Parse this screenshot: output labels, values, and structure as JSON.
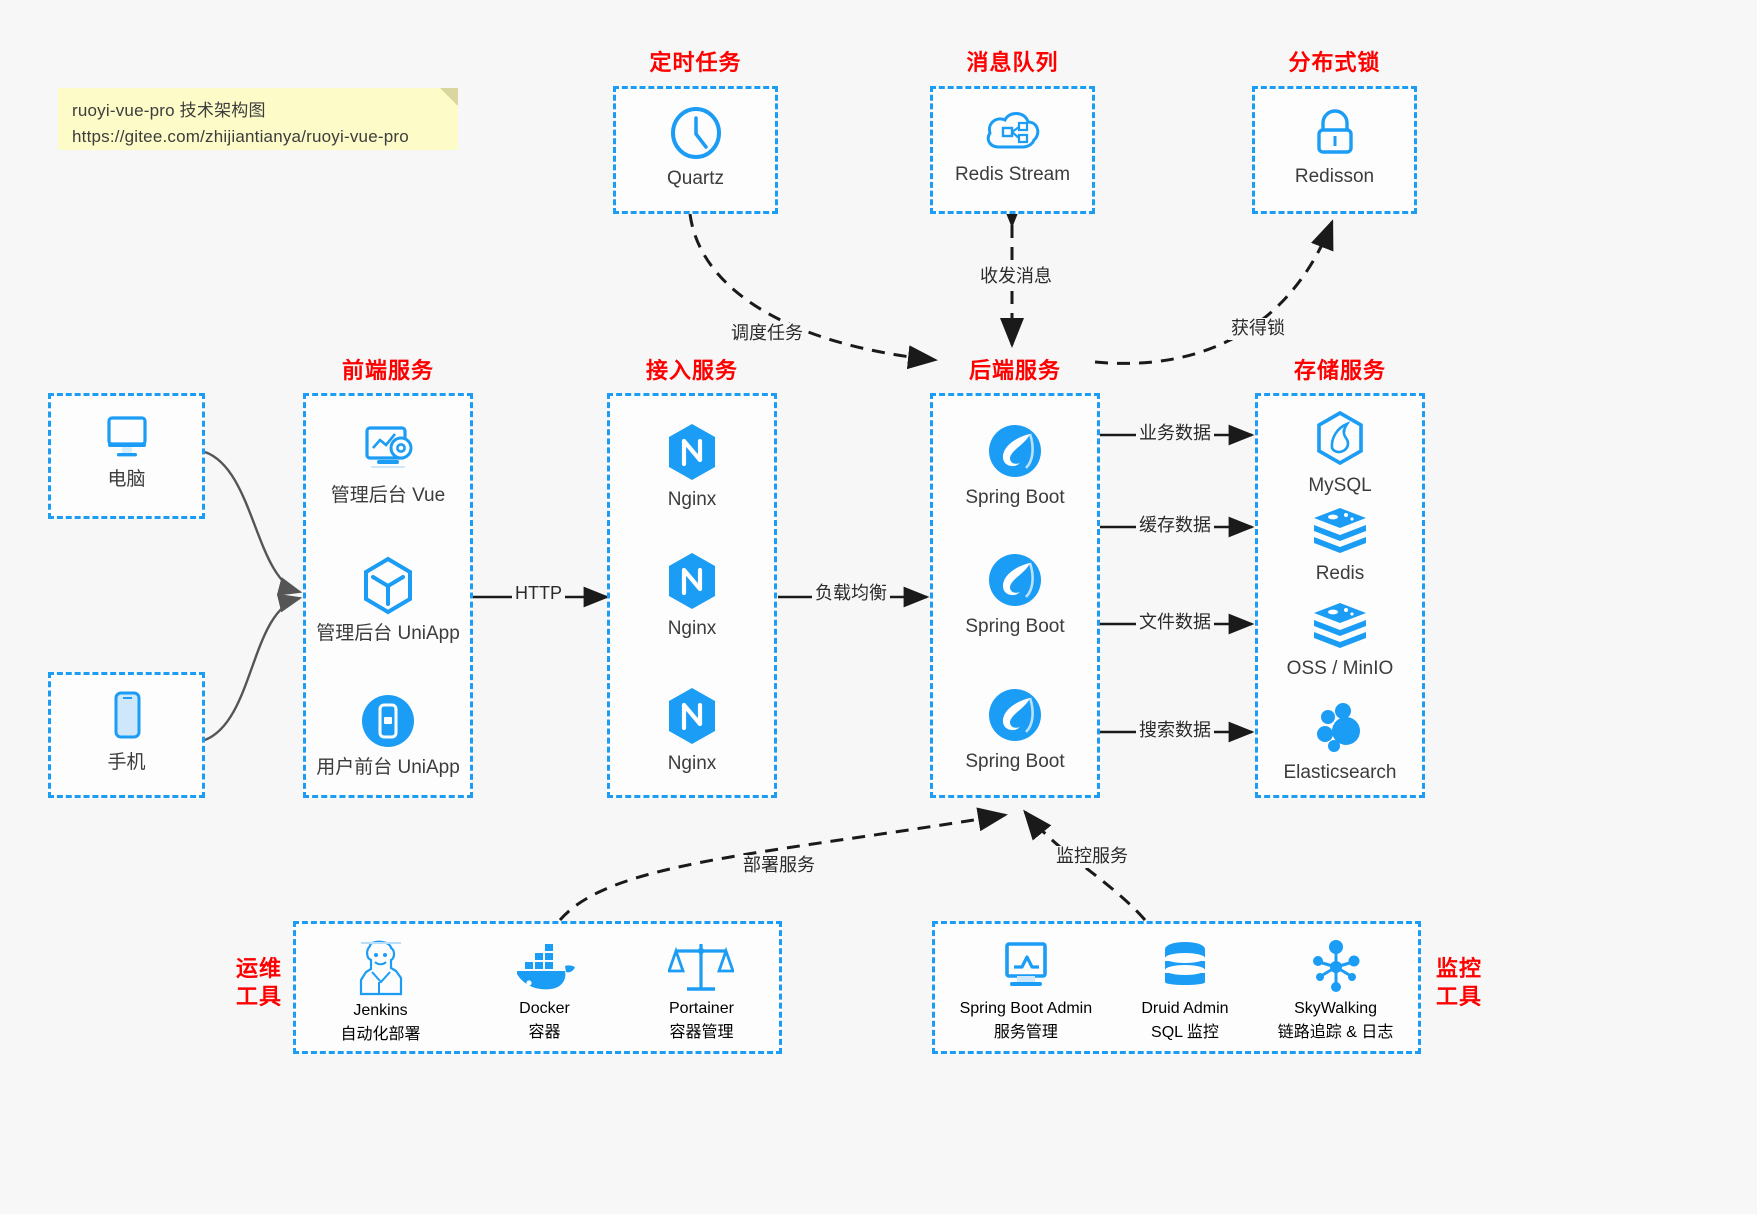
{
  "note": {
    "line1": "ruoyi-vue-pro 技术架构图",
    "line2": "https://gitee.com/zhijiantianya/ruoyi-vue-pro"
  },
  "groups": {
    "scheduled": {
      "title": "定时任务"
    },
    "mq": {
      "title": "消息队列"
    },
    "lock": {
      "title": "分布式锁"
    },
    "frontend": {
      "title": "前端服务"
    },
    "gateway": {
      "title": "接入服务"
    },
    "backend": {
      "title": "后端服务"
    },
    "storage": {
      "title": "存储服务"
    },
    "devops": {
      "title": "运维\n工具",
      "line1": "运维",
      "line2": "工具"
    },
    "monitor": {
      "title": "监控\n工具",
      "line1": "监控",
      "line2": "工具"
    }
  },
  "clients": [
    {
      "label": "电脑",
      "icon": "desktop-icon"
    },
    {
      "label": "手机",
      "icon": "mobile-icon"
    }
  ],
  "scheduled_nodes": [
    {
      "label": "Quartz",
      "icon": "clock-icon"
    }
  ],
  "mq_nodes": [
    {
      "label": "Redis Stream",
      "icon": "cloud-stream-icon"
    }
  ],
  "lock_nodes": [
    {
      "label": "Redisson",
      "icon": "lock-icon"
    }
  ],
  "frontend_nodes": [
    {
      "label": "管理后台 Vue",
      "icon": "dashboard-gear-icon"
    },
    {
      "label": "管理后台 UniApp",
      "icon": "uniapp-hexagon-icon"
    },
    {
      "label": "用户前台 UniApp",
      "icon": "mobile-app-icon"
    }
  ],
  "gateway_nodes": [
    {
      "label": "Nginx",
      "icon": "nginx-icon"
    },
    {
      "label": "Nginx",
      "icon": "nginx-icon"
    },
    {
      "label": "Nginx",
      "icon": "nginx-icon"
    }
  ],
  "backend_nodes": [
    {
      "label": "Spring Boot",
      "icon": "spring-boot-icon"
    },
    {
      "label": "Spring Boot",
      "icon": "spring-boot-icon"
    },
    {
      "label": "Spring Boot",
      "icon": "spring-boot-icon"
    }
  ],
  "storage_nodes": [
    {
      "label": "MySQL",
      "icon": "mysql-icon"
    },
    {
      "label": "Redis",
      "icon": "redis-icon"
    },
    {
      "label": "OSS / MinIO",
      "icon": "redis-icon"
    },
    {
      "label": "Elasticsearch",
      "icon": "elasticsearch-icon"
    }
  ],
  "devops_tools": [
    {
      "name": "Jenkins",
      "desc": "自动化部署",
      "icon": "jenkins-icon"
    },
    {
      "name": "Docker",
      "desc": "容器",
      "icon": "docker-icon"
    },
    {
      "name": "Portainer",
      "desc": "容器管理",
      "icon": "scales-icon"
    }
  ],
  "monitor_tools": [
    {
      "name": "Spring Boot Admin",
      "desc": "服务管理",
      "icon": "monitor-chart-icon"
    },
    {
      "name": "Druid Admin",
      "desc": "SQL 监控",
      "icon": "database-icon"
    },
    {
      "name": "SkyWalking",
      "desc": "链路追踪 & 日志",
      "icon": "skywalking-icon"
    }
  ],
  "edges": [
    {
      "id": "http",
      "label": "HTTP"
    },
    {
      "id": "lb",
      "label": "负载均衡"
    },
    {
      "id": "schedule",
      "label": "调度任务"
    },
    {
      "id": "mq-msg",
      "label": "收发消息"
    },
    {
      "id": "get-lock",
      "label": "获得锁"
    },
    {
      "id": "biz-data",
      "label": "业务数据"
    },
    {
      "id": "cache-data",
      "label": "缓存数据"
    },
    {
      "id": "file-data",
      "label": "文件数据"
    },
    {
      "id": "search-data",
      "label": "搜索数据"
    },
    {
      "id": "deploy",
      "label": "部署服务"
    },
    {
      "id": "monitor-svc",
      "label": "监控服务"
    }
  ],
  "colors": {
    "accent_blue": "#1b9cf5",
    "title_red": "#ff0000",
    "note_yellow": "#fdfbc8",
    "line_gray": "#555555",
    "text": "#3c3c3c",
    "background": "#f7f7f7"
  }
}
